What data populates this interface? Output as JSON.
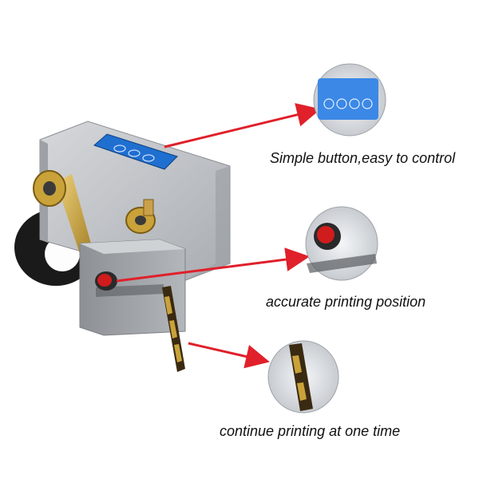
{
  "callouts": [
    {
      "label": "Simple button,easy to control"
    },
    {
      "label": "accurate printing position"
    },
    {
      "label": "continue printing at one time"
    }
  ],
  "colors": {
    "arrow": "#e0202a",
    "machine_body": "#b9bcc0",
    "panel_blue": "#1f6fd0",
    "ribbon_gold": "#c9a23a",
    "button_red": "#d01c1c"
  },
  "icons": [
    "red-push-button",
    "gold-ribbon-spool",
    "black-tape-roll",
    "blue-control-panel"
  ]
}
